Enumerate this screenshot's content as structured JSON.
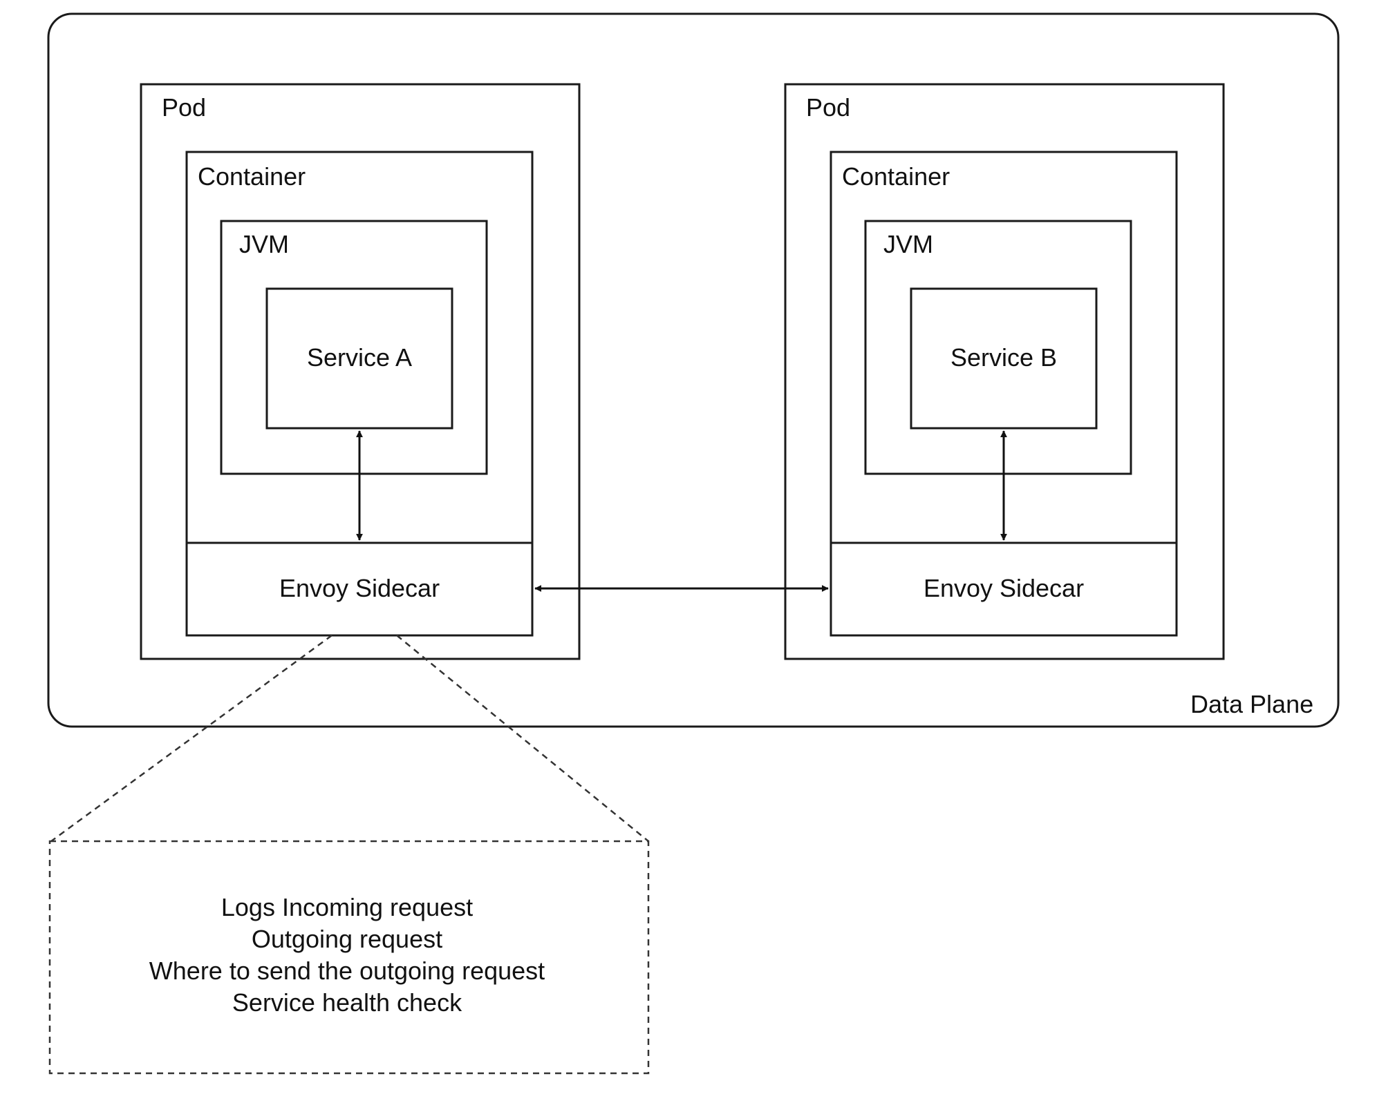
{
  "data_plane": {
    "label": "Data Plane"
  },
  "pods": [
    {
      "label": "Pod",
      "container_label": "Container",
      "jvm_label": "JVM",
      "service_label": "Service A",
      "sidecar_label": "Envoy Sidecar"
    },
    {
      "label": "Pod",
      "container_label": "Container",
      "jvm_label": "JVM",
      "service_label": "Service B",
      "sidecar_label": "Envoy Sidecar"
    }
  ],
  "callout": {
    "lines": [
      "Logs Incoming request",
      "Outgoing request",
      "Where to send the outgoing request",
      "Service health check"
    ]
  }
}
